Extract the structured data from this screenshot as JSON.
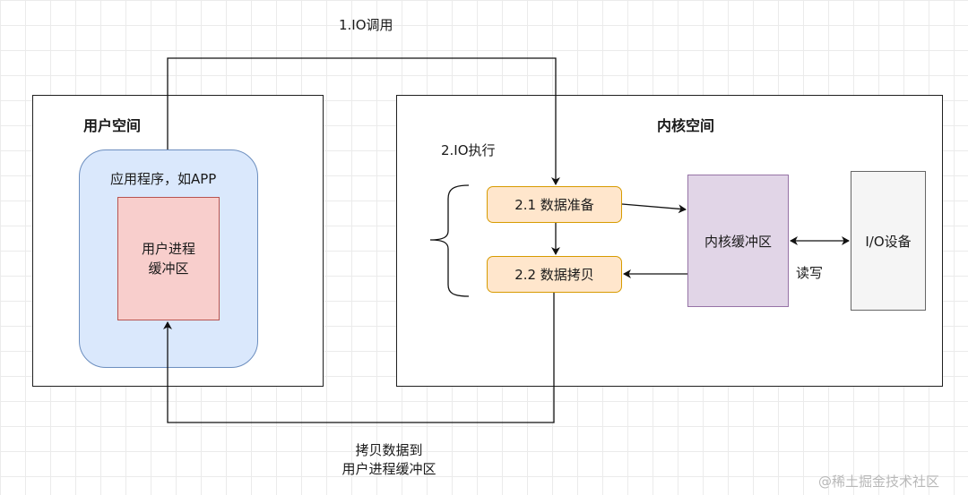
{
  "labels": {
    "io_call": "1.IO调用",
    "user_space": "用户空间",
    "kernel_space": "内核空间",
    "io_exec": "2.IO执行",
    "app": "应用程序，如APP",
    "user_buffer": "用户进程\n缓冲区",
    "prepare": "2.1 数据准备",
    "copy": "2.2 数据拷贝",
    "kernel_buffer": "内核缓冲区",
    "io_device": "I/O设备",
    "read_write": "读写",
    "copy_to_user": "拷贝数据到\n用户进程缓冲区",
    "watermark": "@稀土掘金技术社区"
  }
}
